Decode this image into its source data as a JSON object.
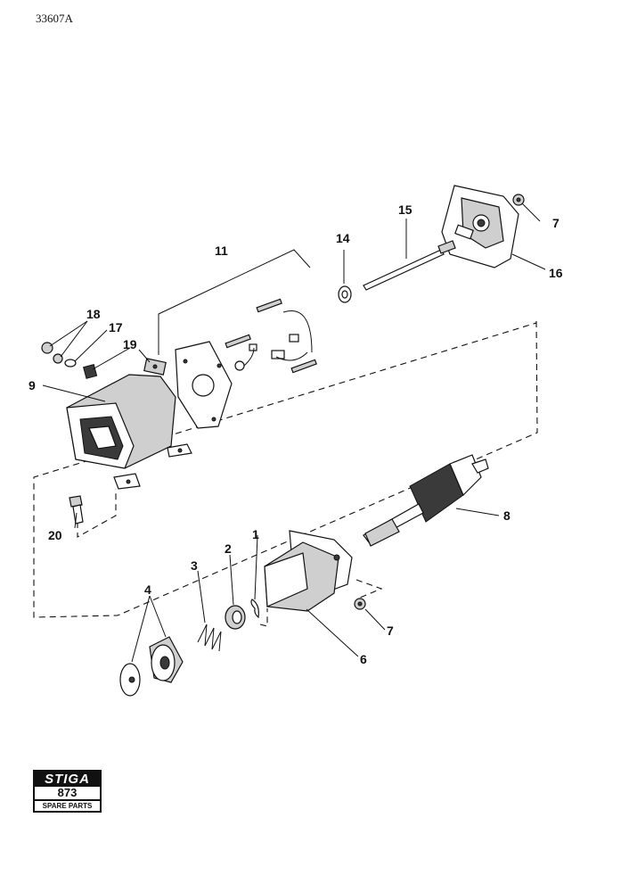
{
  "document": {
    "id": "33607A"
  },
  "callouts": {
    "c1": "1",
    "c2": "2",
    "c3": "3",
    "c4": "4",
    "c6": "6",
    "c7a": "7",
    "c7b": "7",
    "c8": "8",
    "c9": "9",
    "c11": "11",
    "c14": "14",
    "c15": "15",
    "c16": "16",
    "c17": "17",
    "c18": "18",
    "c19": "19",
    "c20": "20"
  },
  "logo": {
    "brand": "STIGA",
    "model": "873",
    "subtitle": "SPARE PARTS"
  }
}
